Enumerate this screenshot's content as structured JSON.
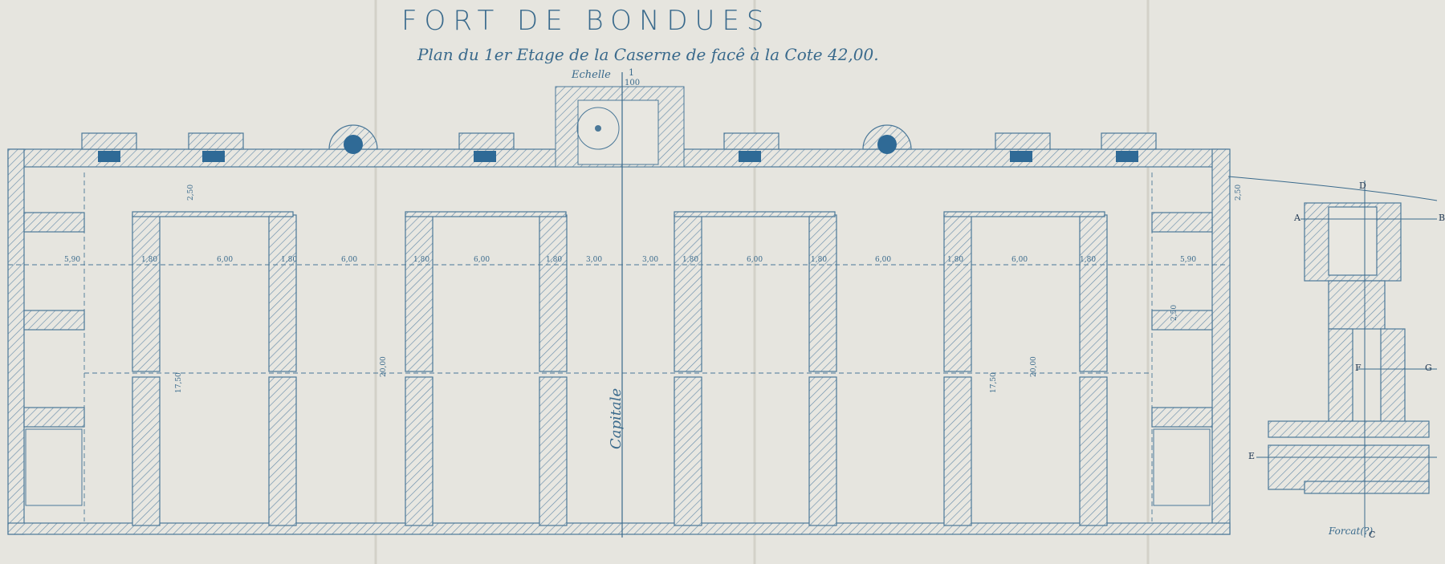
{
  "title": "FORT DE BONDUES",
  "subtitle": "Plan du 1er Etage de la Caserne de facê à la Cote 42,00.",
  "scale": {
    "label": "Echelle",
    "numerator": "1",
    "denominator": "100"
  },
  "capital_label": "Capitale",
  "signature": "Forcat(?)",
  "section_letters": [
    "A",
    "B",
    "C",
    "D",
    "E",
    "F",
    "G"
  ],
  "dimensions_horizontal": [
    "5,90",
    "1,80",
    "6,00",
    "1,80",
    "6,00",
    "1,80",
    "6,00",
    "1,80",
    "3,00",
    "3,00",
    "1,80",
    "6,00",
    "1,80",
    "6,00",
    "1,80",
    "6,00",
    "1,80",
    "5,90"
  ],
  "dimensions_vertical": [
    "2,50",
    "17,50",
    "20,00",
    "17,50",
    "20,00",
    "2,50",
    "2,50"
  ],
  "colors": {
    "ink": "#3a6a8c",
    "hatch": "#6b8fab",
    "paper": "#e6e5df",
    "fill": "#2f6a96"
  }
}
